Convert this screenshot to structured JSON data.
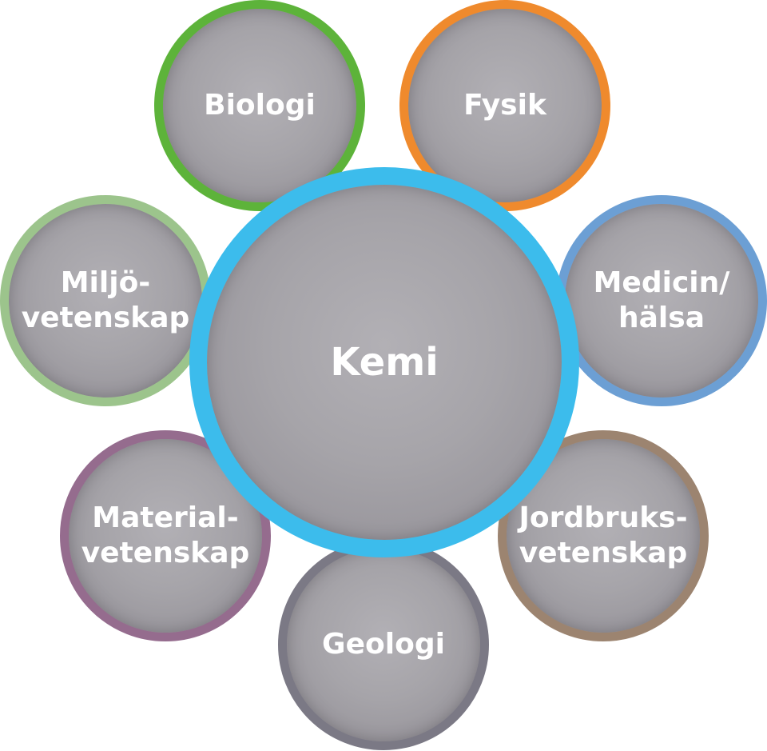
{
  "diagram": {
    "center": {
      "label": "Kemi",
      "color": "#3cbcec"
    },
    "nodes": [
      {
        "id": "biologi",
        "label": "Biologi",
        "color": "#5db33a"
      },
      {
        "id": "fysik",
        "label": "Fysik",
        "color": "#ef8a2d"
      },
      {
        "id": "miljo",
        "label": "Miljö-\nvetenskap",
        "color": "#9cc48c"
      },
      {
        "id": "medicin",
        "label": "Medicin/\nhälsa",
        "color": "#6c9fd4"
      },
      {
        "id": "material",
        "label": "Material-\nvetenskap",
        "color": "#956c8e"
      },
      {
        "id": "jordbruk",
        "label": "Jordbruks-\nvetenskap",
        "color": "#9c8470"
      },
      {
        "id": "geologi",
        "label": "Geologi",
        "color": "#7b7985"
      }
    ]
  }
}
